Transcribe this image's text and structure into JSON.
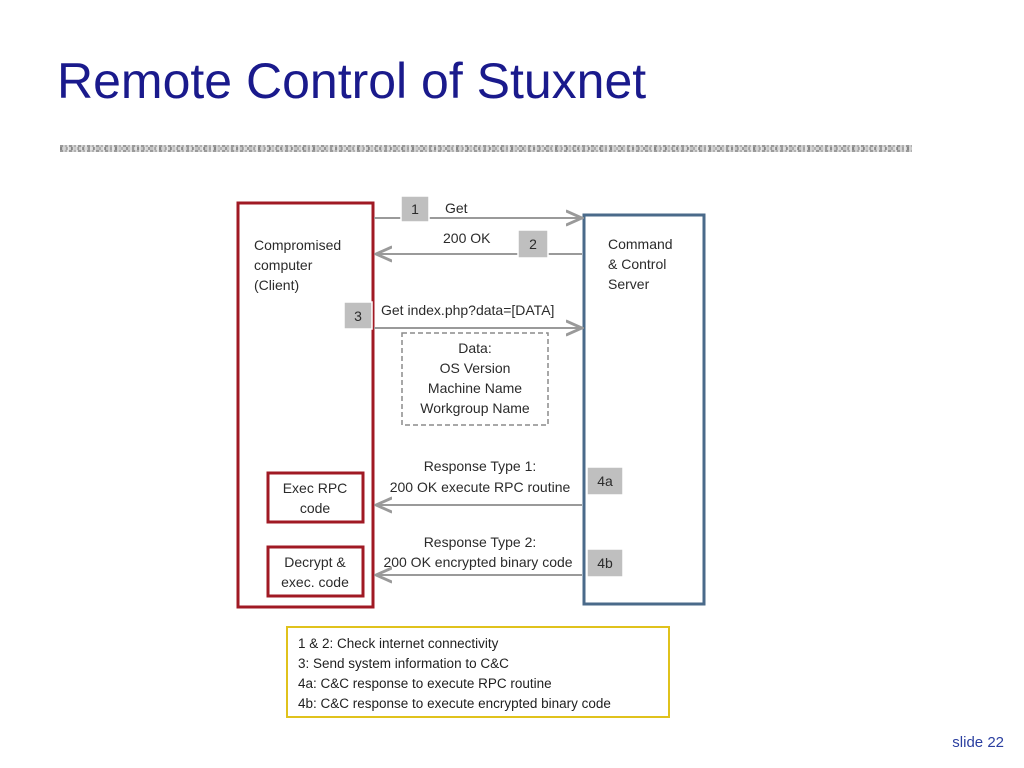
{
  "title": "Remote Control of Stuxnet",
  "client_label": [
    "Compromised",
    "computer",
    "(Client)"
  ],
  "server_label": [
    "Command",
    "& Control",
    "Server"
  ],
  "steps": {
    "s1": "1",
    "s2": "2",
    "s3": "3",
    "s4a": "4a",
    "s4b": "4b"
  },
  "messages": {
    "get": "Get",
    "ok200": "200 OK",
    "get_index": "Get index.php?data=[DATA]",
    "resp1_line1": "Response Type 1:",
    "resp1_line2": "200 OK execute RPC routine",
    "resp2_line1": "Response Type 2:",
    "resp2_line2": "200 OK encrypted binary code"
  },
  "data_box": [
    "Data:",
    "OS Version",
    "Machine Name",
    "Workgroup Name"
  ],
  "exec_rpc": [
    "Exec RPC",
    "code"
  ],
  "decrypt": [
    "Decrypt &",
    "exec. code"
  ],
  "legend": [
    "1 & 2: Check internet connectivity",
    "3: Send system information to C&C",
    "4a: C&C response to execute RPC routine",
    "4b: C&C response to execute encrypted binary code"
  ],
  "slide_number": "slide 22",
  "colors": {
    "title": "#1a1a8c",
    "client_border": "#a01a24",
    "server_border": "#4a6a8a",
    "arrow": "#9a9a9a",
    "step_box": "#bfbfbf",
    "legend_border": "#e0c21c"
  }
}
